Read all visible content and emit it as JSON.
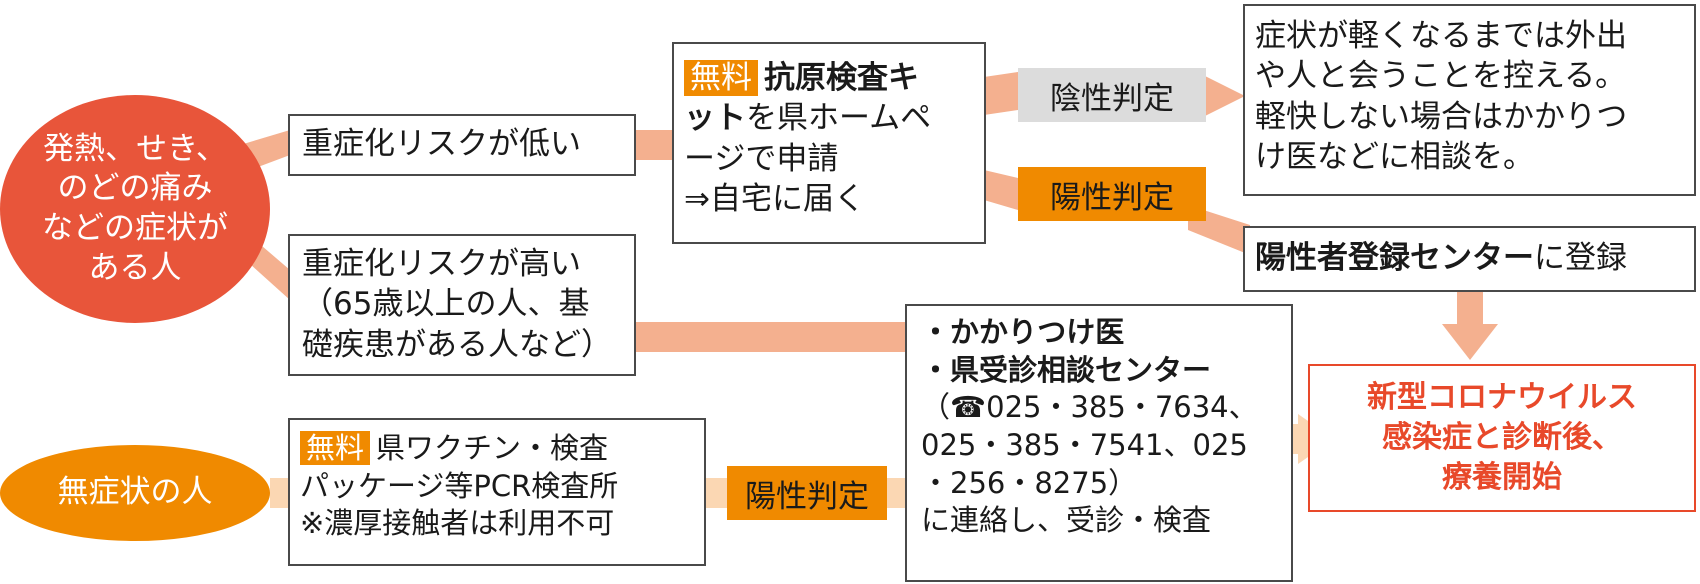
{
  "colors": {
    "circle_red": "#e8553a",
    "circle_orange": "#f08a00",
    "connector": "#f4b08f",
    "badge_orange": "#f08a00",
    "badge_gray": "#dcdcdc",
    "result_red": "#e8492a"
  },
  "symptomatic_person": [
    "発熱、せき、",
    "のどの痛み",
    "などの症状が",
    "ある人"
  ],
  "asymptomatic_person": "無症状の人",
  "low_risk": "重症化リスクが低い",
  "high_risk": {
    "title": "重症化リスクが高い",
    "note_line1": "（65歳以上の人、基",
    "note_line2": "礎疾患がある人など）"
  },
  "antigen_kit": {
    "free_tag": "無料",
    "line1": "抗原検査キ",
    "line2_bold": "ット",
    "line2_rest": "を県ホームペ",
    "line3": "ージで申請",
    "line4": "⇒自宅に届く"
  },
  "pcr_center": {
    "free_tag": "無料",
    "line1": "県ワクチン・検査",
    "line2": "パッケージ等PCR検査所",
    "line3": "※濃厚接触者は利用不可"
  },
  "negative_badge": "陰性判定",
  "positive_badge_1": "陽性判定",
  "positive_badge_2": "陽性判定",
  "negative_advice": [
    "症状が軽くなるまでは外出",
    "や人と会うことを控える。",
    "軽快しない場合はかかりつ",
    "け医などに相談を。"
  ],
  "registration": {
    "bold": "陽性者登録センター",
    "rest": "に登録"
  },
  "doctor_box": {
    "item1": "・かかりつけ医",
    "item2": "・県受診相談センター",
    "phone_line1": "（☎025・385・7634、",
    "phone_line2": "025・385・7541、025",
    "phone_line3": "・256・8275）",
    "action": "に連絡し、受診・検査"
  },
  "result": [
    "新型コロナウイルス",
    "感染症と診断後、",
    "療養開始"
  ]
}
